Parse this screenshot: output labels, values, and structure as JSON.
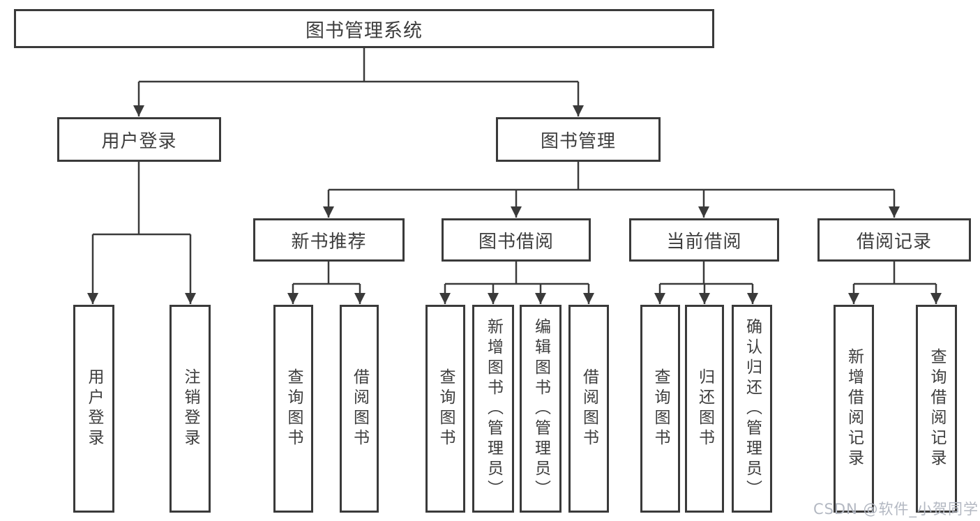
{
  "diagram": {
    "title": "图书管理系统",
    "tree": {
      "label": "图书管理系统",
      "children": [
        {
          "label": "用户登录",
          "children": [
            {
              "label": "用户登录"
            },
            {
              "label": "注销登录"
            }
          ]
        },
        {
          "label": "图书管理",
          "children": [
            {
              "label": "新书推荐",
              "children": [
                {
                  "label": "查询图书"
                },
                {
                  "label": "借阅图书"
                }
              ]
            },
            {
              "label": "图书借阅",
              "children": [
                {
                  "label": "查询图书"
                },
                {
                  "label": "新增图书（管理员）"
                },
                {
                  "label": "编辑图书（管理员）"
                },
                {
                  "label": "借阅图书"
                }
              ]
            },
            {
              "label": "当前借阅",
              "children": [
                {
                  "label": "查询图书"
                },
                {
                  "label": "归还图书"
                },
                {
                  "label": "确认归还（管理员）"
                }
              ]
            },
            {
              "label": "借阅记录",
              "children": [
                {
                  "label": "新增借阅记录"
                },
                {
                  "label": "查询借阅记录"
                }
              ]
            }
          ]
        }
      ]
    },
    "colors": {
      "line": "#3a3a3a",
      "text": "#3d3d3d",
      "background": "#ffffff",
      "watermark": "#b3b8c2"
    }
  },
  "watermark": {
    "text": "CSDN @软件_小贺同学"
  }
}
